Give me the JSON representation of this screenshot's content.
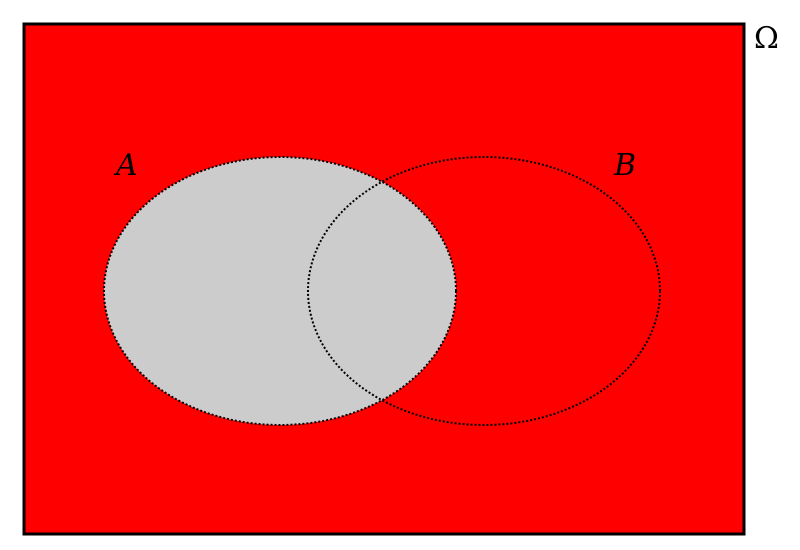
{
  "diagram": {
    "universe_label": "Ω",
    "set_a_label": "A",
    "set_b_label": "B"
  },
  "colors": {
    "universe_fill": "#ff0000",
    "set_a_fill": "#cccccc",
    "outline": "#000000",
    "background": "#ffffff"
  }
}
